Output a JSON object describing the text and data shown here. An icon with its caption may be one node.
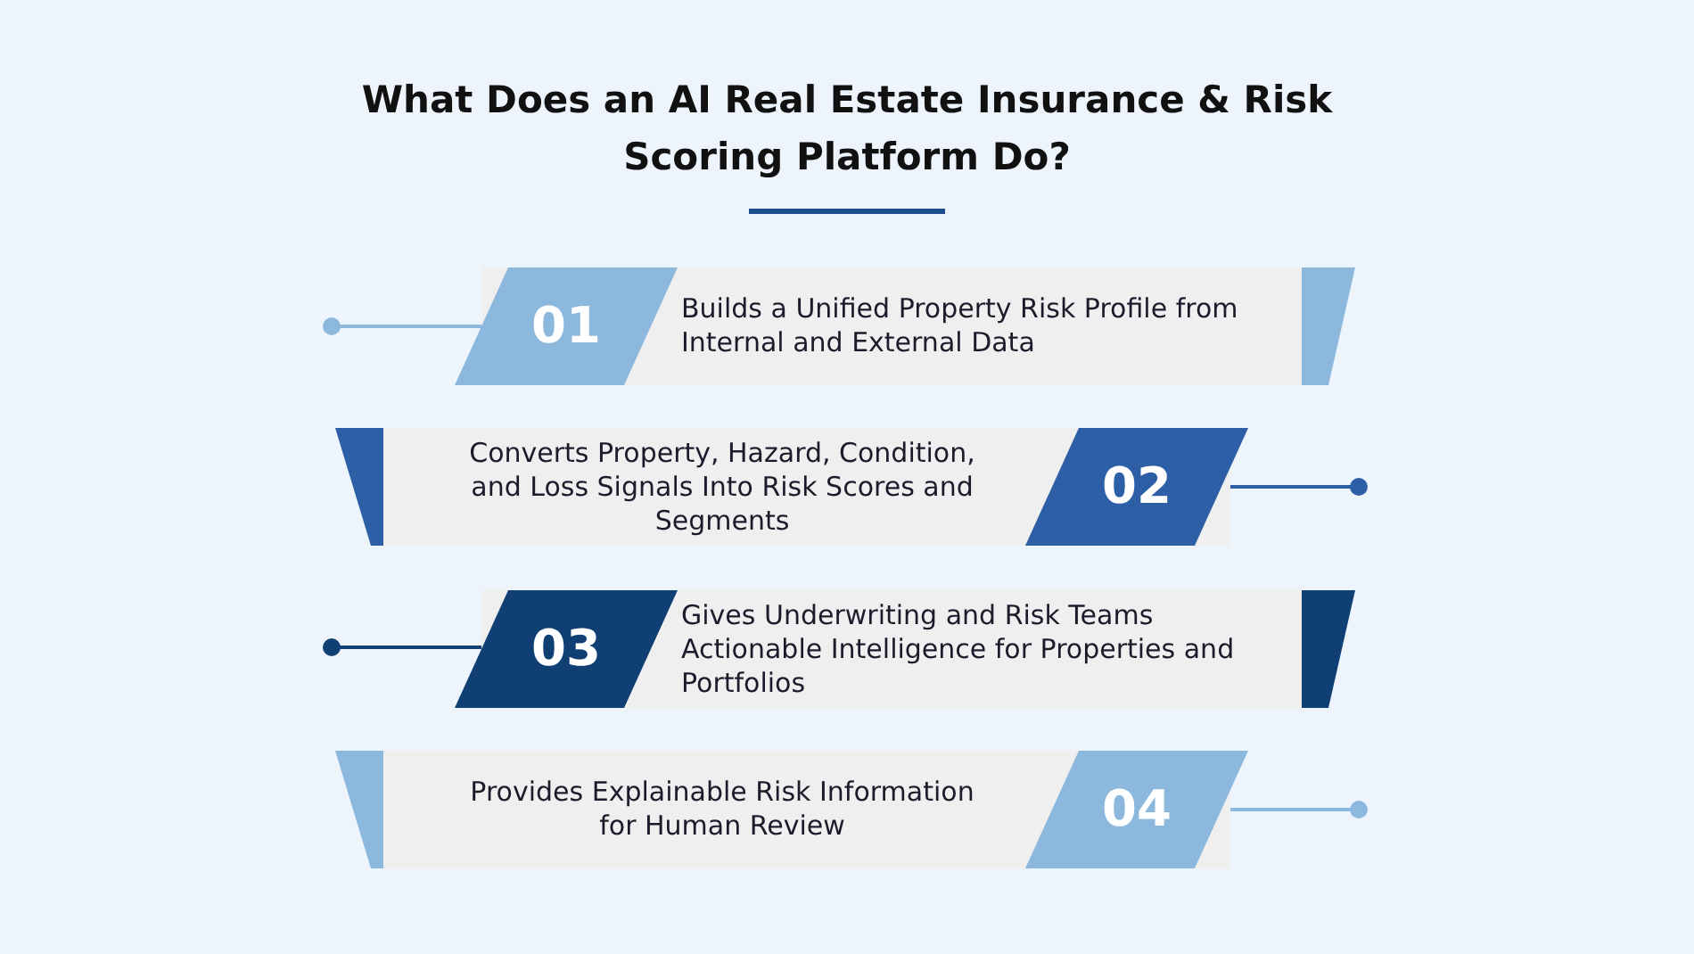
{
  "diagram": {
    "title": "What Does an AI Real Estate Insurance & Risk Scoring Platform Do?",
    "nodes": [
      {
        "text": [
          "01",
          "Builds a Unified Property Risk Profile from Internal and External Data"
        ]
      },
      {
        "text": [
          "Converts Property, Hazard, Condition, and Loss Signals Into Risk Scores and Segments",
          "02"
        ]
      },
      {
        "text": [
          "03",
          "Gives Underwriting and Risk Teams Actionable Intelligence for Properties and Portfolios"
        ]
      },
      {
        "text": [
          "Provides Explainable Risk Information for Human Review",
          "04"
        ]
      }
    ]
  }
}
